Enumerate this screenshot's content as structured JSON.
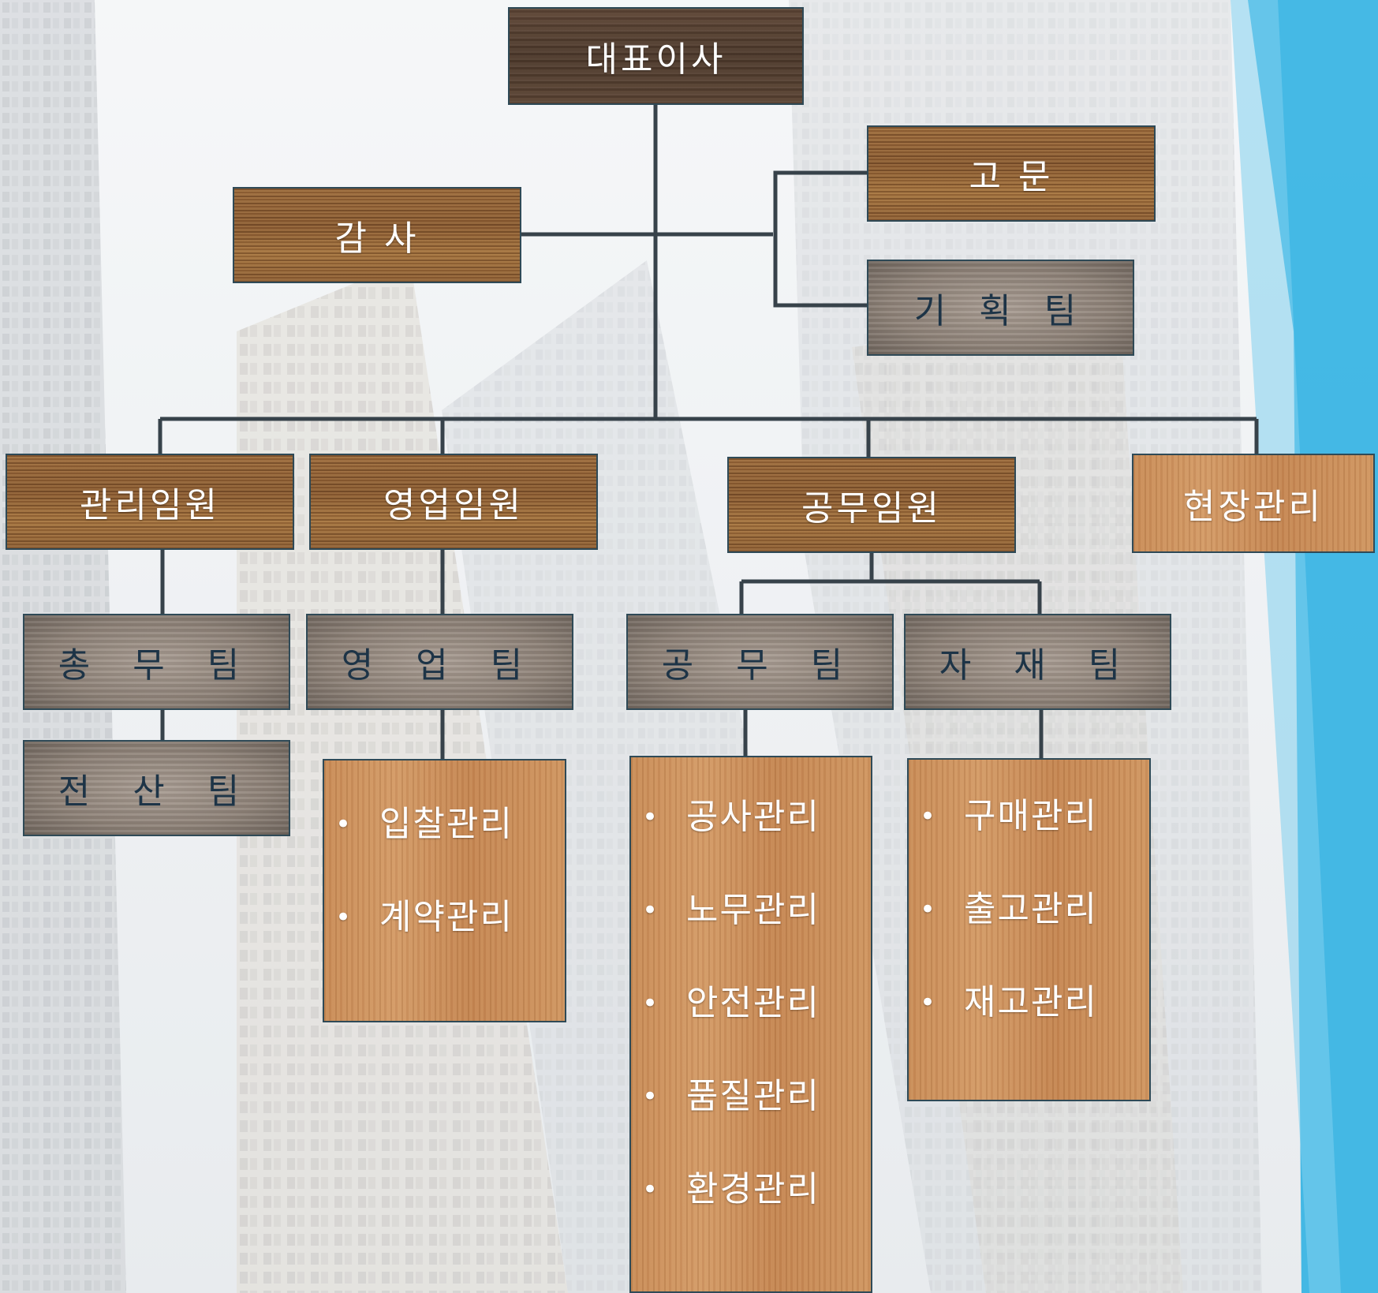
{
  "chart": {
    "ceo": "대표이사",
    "auditor": "감 사",
    "advisor": "고 문",
    "planning_team": "기 획 팀",
    "executives": {
      "management": "관리임원",
      "sales": "영업임원",
      "construction": "공무임원",
      "site": "현장관리"
    },
    "teams": {
      "general_affairs": "총 무 팀",
      "it": "전 산 팀",
      "sales": "영 업 팀",
      "construction": "공 무 팀",
      "materials": "자 재 팀"
    },
    "duties": {
      "sales": [
        "입찰관리",
        "계약관리"
      ],
      "construction": [
        "공사관리",
        "노무관리",
        "안전관리",
        "품질관리",
        "환경관리"
      ],
      "materials": [
        "구매관리",
        "출고관리",
        "재고관리"
      ]
    }
  },
  "colors": {
    "connector": "#37424a",
    "border": "#2f4a57",
    "accent_blue": "#35b3e3"
  }
}
